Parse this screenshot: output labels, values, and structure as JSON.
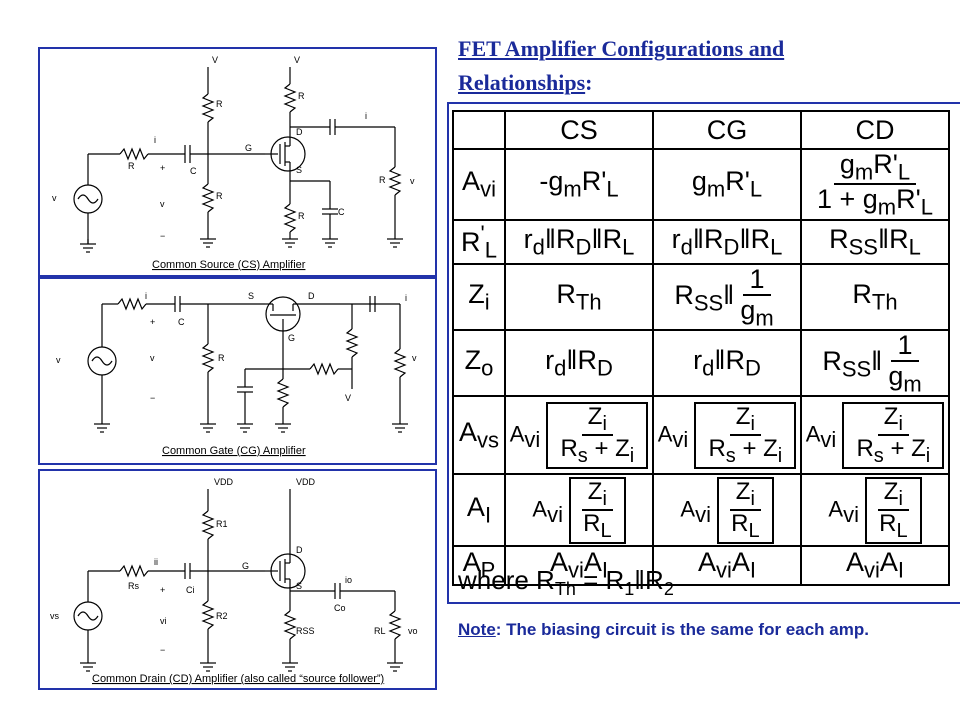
{
  "heading": {
    "line1": "FET Amplifier Configurations and",
    "line2": "Relationships",
    "colon": ":"
  },
  "circuits": {
    "cs": {
      "caption": "Common Source (CS) Amplifier",
      "labels": {
        "vdd1": "V",
        "vdd2": "V",
        "r1": "R",
        "rd": "R",
        "i_in": "i",
        "i_out": "i",
        "c_in": "C",
        "rs": "R",
        "r2": "R",
        "rss": "R",
        "css": "C",
        "rl": "R",
        "g": "G",
        "d": "D",
        "s": "S",
        "vs": "v",
        "vi": "v",
        "vo": "v",
        "plus": "+",
        "minus": "−"
      }
    },
    "cg": {
      "caption": "Common Gate (CG) Amplifier",
      "labels": {
        "s": "S",
        "d": "D",
        "g": "G",
        "i_in": "i",
        "i_out": "i",
        "c": "C",
        "r": "R",
        "vs": "v",
        "vi": "v",
        "vo": "v",
        "vcc": "V",
        "plus": "+",
        "minus": "−"
      }
    },
    "cd": {
      "caption": "Common Drain (CD) Amplifier (also called “source follower”)",
      "labels": {
        "vdd1": "VDD",
        "vdd2": "VDD",
        "r1": "R1",
        "r2": "R2",
        "rs": "Rs",
        "rss": "RSS",
        "rl": "RL",
        "ci": "Ci",
        "co": "Co",
        "ii": "ii",
        "io": "io",
        "vs": "vs",
        "vi": "vi",
        "vo": "vo",
        "g": "G",
        "d": "D",
        "s": "S",
        "plus": "+",
        "minus": "−"
      }
    }
  },
  "table": {
    "header": [
      "CS",
      "CG",
      "CD"
    ],
    "rows": [
      {
        "label": "A",
        "sub": "vi"
      },
      {
        "label": "R",
        "sub": "L",
        "prime": "'"
      },
      {
        "label": "Z",
        "sub": "i"
      },
      {
        "label": "Z",
        "sub": "o"
      },
      {
        "label": "A",
        "sub": "vs"
      },
      {
        "label": "A",
        "sub": "I"
      },
      {
        "label": "A",
        "sub": "P"
      }
    ]
  },
  "where": "where R",
  "note": {
    "label": "Note",
    "text": ": The biasing circuit is the same for each amp."
  }
}
